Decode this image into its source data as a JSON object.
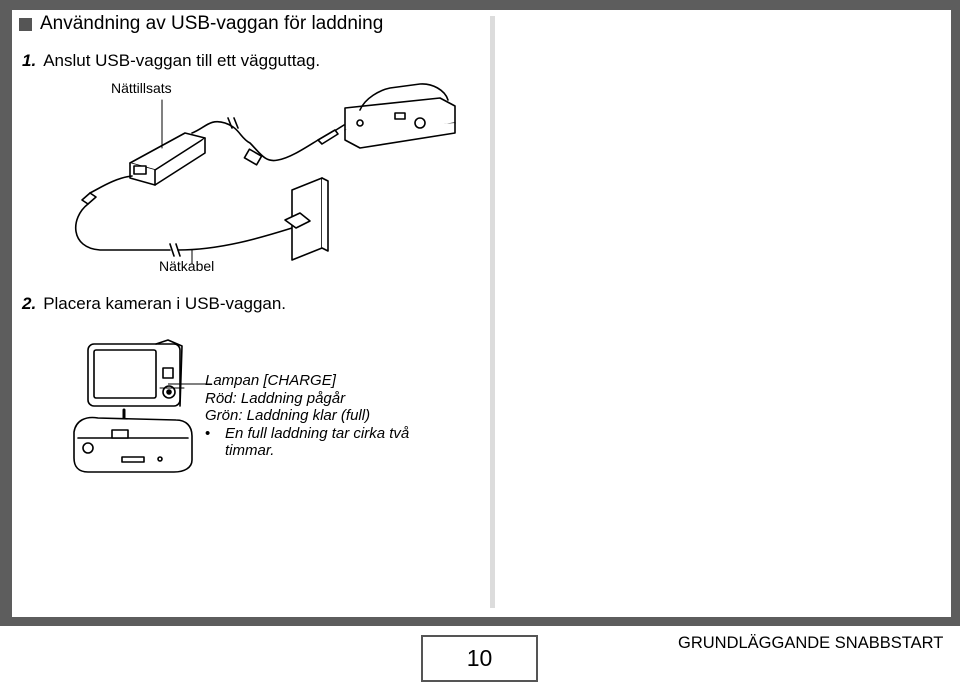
{
  "heading": "Användning av USB-vaggan för laddning",
  "steps": [
    {
      "number": "1.",
      "text": "Anslut USB-vaggan till ett vägguttag."
    },
    {
      "number": "2.",
      "text": "Placera kameran i USB-vaggan."
    }
  ],
  "labels": {
    "adapter": "Nättillsats",
    "power_cable": "Nätkabel"
  },
  "note": {
    "title": "Lampan [CHARGE]",
    "red": "Röd: Laddning pågår",
    "green": "Grön: Laddning klar (full)",
    "bullet_symbol": "•",
    "bullet": "En full laddning tar cirka två timmar."
  },
  "footer": {
    "page_number": "10",
    "section": "GRUNDLÄGGANDE SNABBSTART"
  }
}
